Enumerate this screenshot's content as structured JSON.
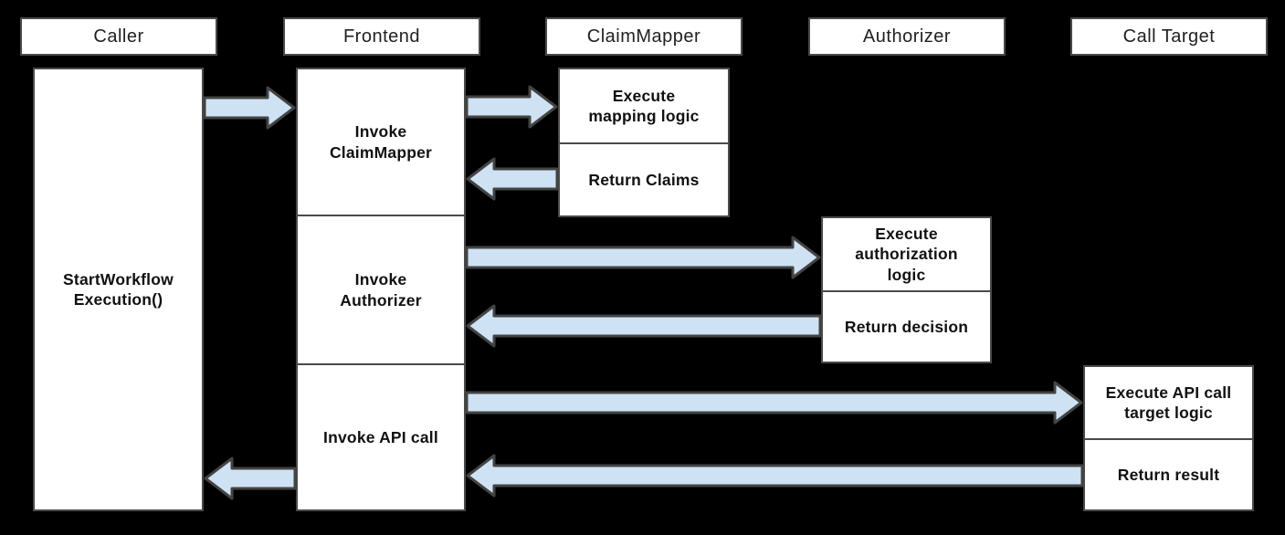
{
  "diagram": {
    "type": "sequence-diagram",
    "background_color": "#000000",
    "box_fill_color": "#ffffff",
    "box_border_color": "#4a4a4a",
    "arrow_fill_color": "#cfe2f3",
    "arrow_stroke_color": "#434343",
    "lanes": [
      {
        "id": "caller",
        "label": "Caller"
      },
      {
        "id": "frontend",
        "label": "Frontend"
      },
      {
        "id": "claimmapper",
        "label": "ClaimMapper"
      },
      {
        "id": "authorizer",
        "label": "Authorizer"
      },
      {
        "id": "calltarget",
        "label": "Call Target"
      }
    ],
    "activities": {
      "caller": {
        "start": "StartWorkflow\nExecution()"
      },
      "frontend": {
        "invoke_claimmapper": "Invoke\nClaimMapper",
        "invoke_authorizer": "Invoke\nAuthorizer",
        "invoke_api_call": "Invoke API call"
      },
      "claimmapper": {
        "execute": "Execute\nmapping logic",
        "return": "Return Claims"
      },
      "authorizer": {
        "execute": "Execute\nauthorization\nlogic",
        "return": "Return decision"
      },
      "calltarget": {
        "execute": "Execute API call\ntarget logic",
        "return": "Return result"
      }
    },
    "flows": [
      {
        "step": 1,
        "from": "Caller",
        "to": "Frontend",
        "direction": "right"
      },
      {
        "step": 2,
        "from": "Frontend",
        "to": "ClaimMapper",
        "direction": "right"
      },
      {
        "step": 3,
        "from": "ClaimMapper",
        "to": "Frontend",
        "direction": "left"
      },
      {
        "step": 4,
        "from": "Frontend",
        "to": "Authorizer",
        "direction": "right"
      },
      {
        "step": 5,
        "from": "Authorizer",
        "to": "Frontend",
        "direction": "left"
      },
      {
        "step": 6,
        "from": "Frontend",
        "to": "Call Target",
        "direction": "right"
      },
      {
        "step": 7,
        "from": "Call Target",
        "to": "Frontend",
        "direction": "left"
      },
      {
        "step": 8,
        "from": "Frontend",
        "to": "Caller",
        "direction": "left"
      }
    ]
  }
}
